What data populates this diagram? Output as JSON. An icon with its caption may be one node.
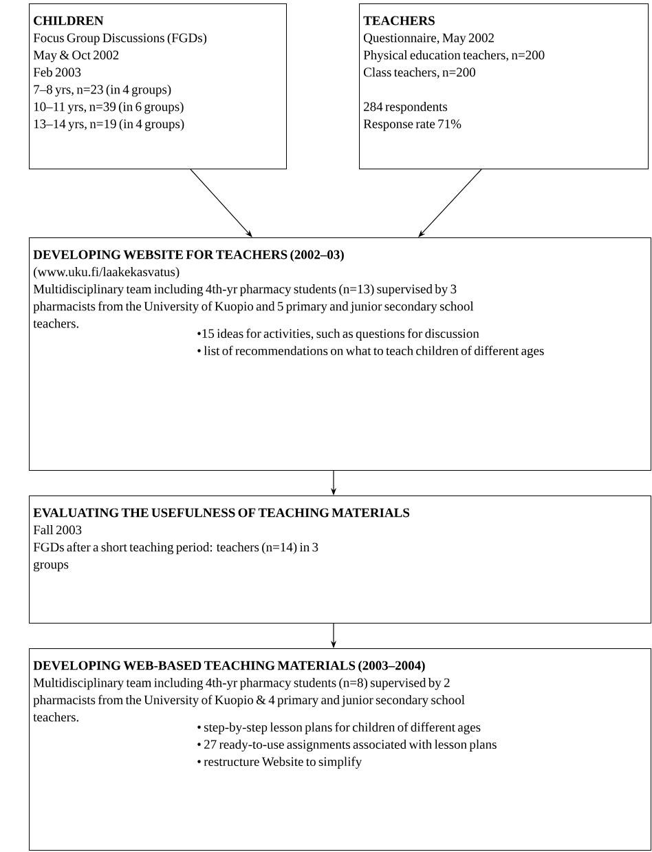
{
  "diagram": {
    "nodes": [
      {
        "text": [
          "CHILDREN",
          "Focus Group Discussions (FGDs)",
          "May & Oct 2002",
          "Feb 2003",
          "7–8 yrs, n=23 (in 4 groups)",
          "10–11 yrs, n=39 (in 6 groups)",
          "13–14 yrs,  n=19 (in 4 groups)"
        ]
      },
      {
        "text": [
          "TEACHERS",
          "Questionnaire, May 2002",
          "Physical education teachers, n=200",
          "Class teachers, n=200",
          "284 respondents",
          "Response rate 71%"
        ]
      },
      {
        "text": [
          "DEVELOPING WEBSITE FOR TEACHERS (2002–03)",
          "(www.uku.fi/laakekasvatus)",
          "Multidisciplinary team including 4th-yr pharmacy students (n=13) supervised by 3 pharmacists from the University of Kuopio and 5 primary and junior secondary school teachers.",
          "•15 ideas for activities, such as questions for discussion",
          "• list of recommendations on what to teach children of different ages"
        ]
      },
      {
        "text": [
          "EVALUATING THE USEFULNESS OF TEACHING MATERIALS",
          "Fall 2003",
          "FGDs after a short teaching period: teachers (n=14) in 3 groups"
        ]
      },
      {
        "text": [
          "DEVELOPING WEB-BASED TEACHING MATERIALS (2003–2004)",
          "Multidisciplinary team including 4th-yr pharmacy students (n=8) supervised by 2 pharmacists from the University of Kuopio & 4 primary and junior secondary school teachers.",
          "• step-by-step lesson plans for children of different ages",
          "• 27 ready-to-use assignments associated with lesson plans",
          "• restructure Website to simplify"
        ]
      }
    ],
    "edges": [
      {
        "from": 0,
        "to": 2,
        "arrow": "to"
      },
      {
        "from": 1,
        "to": 2,
        "arrow": "to"
      },
      {
        "from": 2,
        "to": 3,
        "arrow": "to"
      },
      {
        "from": 3,
        "to": 4,
        "arrow": "to"
      }
    ]
  }
}
